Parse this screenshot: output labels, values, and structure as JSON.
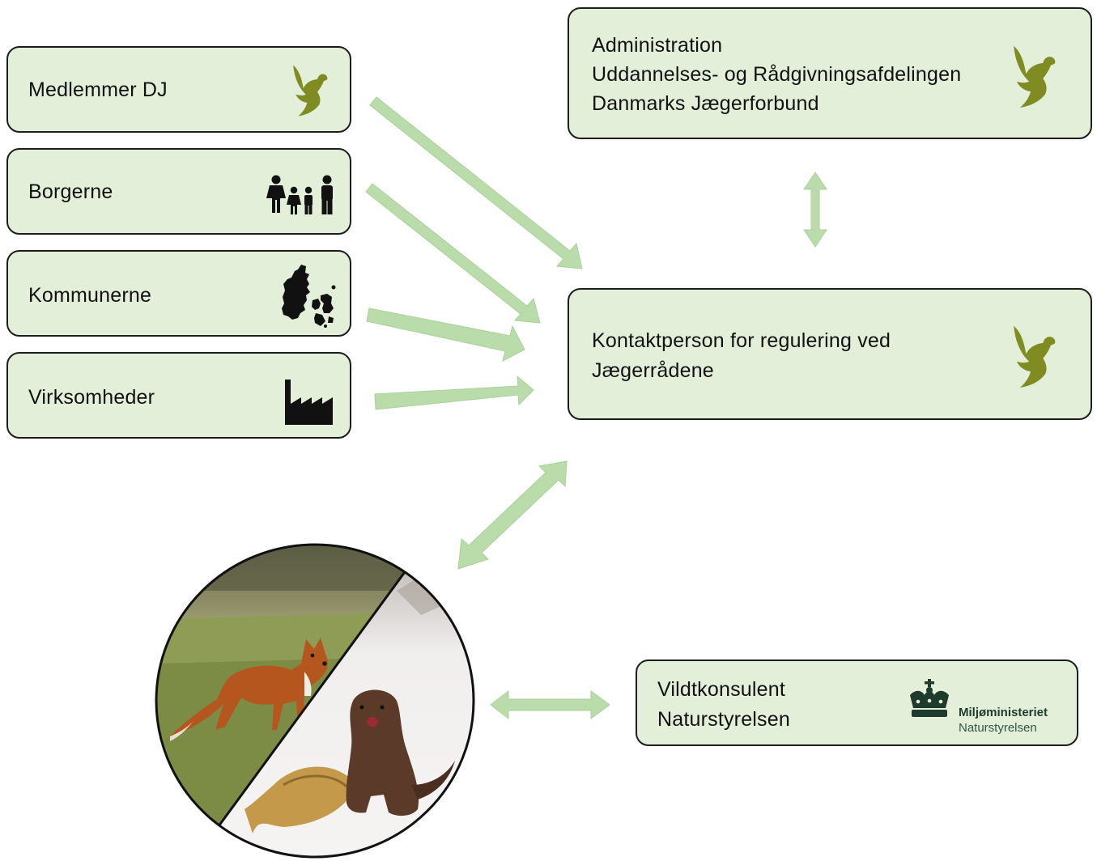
{
  "colors": {
    "box_fill": "#e3efd9",
    "box_border": "#1d1d1d",
    "arrow_fill": "#b9dcaa",
    "duck_olive": "#7f8c21"
  },
  "sources": [
    {
      "label": "Medlemmer DJ",
      "icon": "duck-icon"
    },
    {
      "label": "Borgerne",
      "icon": "family-icon"
    },
    {
      "label": "Kommunerne",
      "icon": "denmark-map-icon"
    },
    {
      "label": "Virksomheder",
      "icon": "factory-icon"
    }
  ],
  "administration": {
    "lines": [
      "Administration",
      "Uddannelses- og Rådgivningsafdelingen",
      "Danmarks Jægerforbund"
    ],
    "icon": "duck-icon"
  },
  "contact": {
    "lines": [
      "Kontaktperson for regulering ved",
      "Jægerrådene"
    ],
    "icon": "duck-icon"
  },
  "vildtkonsulent": {
    "lines": [
      "Vildtkonsulent",
      "Naturstyrelsen"
    ],
    "logo": {
      "icon": "crown-icon",
      "title": "Miljøministeriet",
      "subtitle": "Naturstyrelsen"
    }
  },
  "photo": {
    "icon": "fox-and-mink-photo"
  }
}
